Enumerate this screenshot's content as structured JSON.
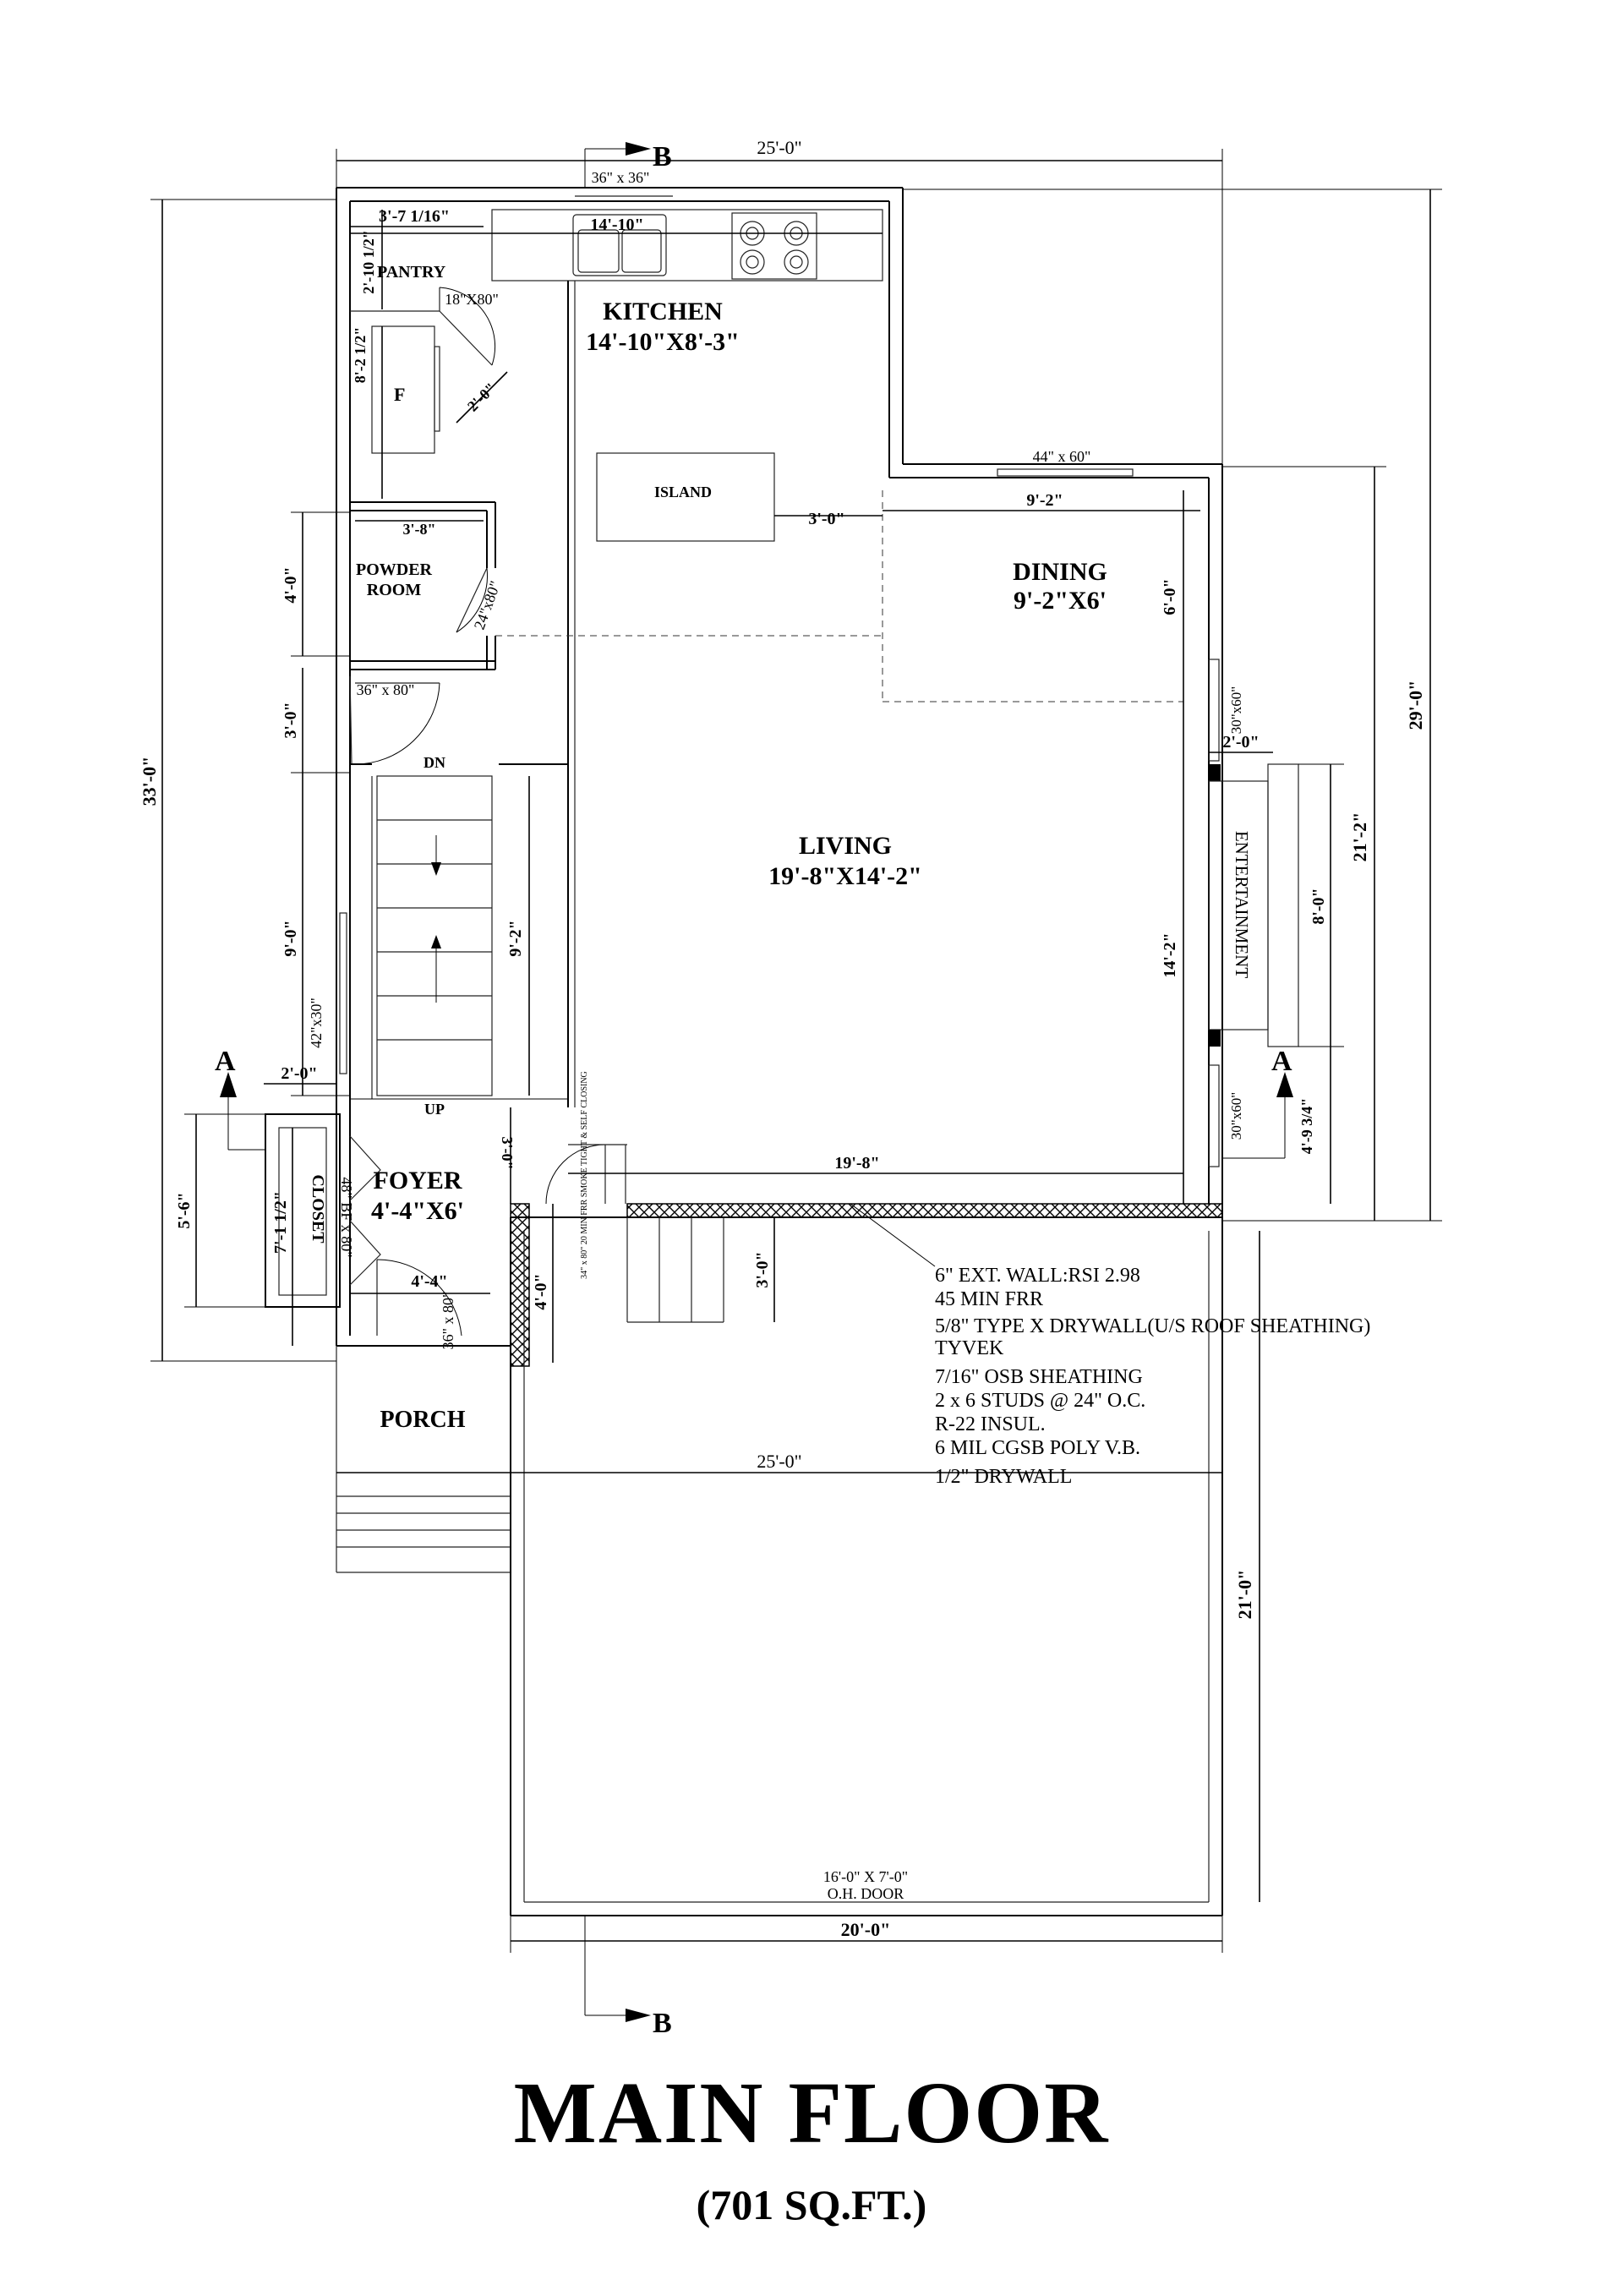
{
  "title": "MAIN FLOOR",
  "area_note": "(701 SQ.FT.)",
  "section_markers": {
    "b": "B",
    "a": "A"
  },
  "rooms": {
    "kitchen_name": "KITCHEN",
    "kitchen_size": "14'-10\"X8'-3\"",
    "island": "ISLAND",
    "dining_name": "DINING",
    "dining_size": "9'-2\"X6'",
    "living_name": "LIVING",
    "living_size": "19'-8\"X14'-2\"",
    "pantry": "PANTRY",
    "fridge": "F",
    "powder_line1": "POWDER",
    "powder_line2": "ROOM",
    "foyer_name": "FOYER",
    "foyer_size": "4'-4\"X6'",
    "closet": "CLOSET",
    "porch": "PORCH",
    "entertainment": "ENTERTAINMENT",
    "stair_down": "DN",
    "stair_up": "UP"
  },
  "openings": {
    "sink": "36\" x 36\"",
    "kitchen_window_top": "44\" x 60\"",
    "pantry_door": "18\"X80\"",
    "powder_door": "24\"x80\"",
    "stair_door": "36\" x 80\"",
    "stair_window": "42\"x30\"",
    "closet_door": "48\" BF x 80\"",
    "front_door": "36\" x 80\"",
    "living_window_upper": "30\"x60\"",
    "living_window_lower": "30\"x60\"",
    "garage_fire_door": "34\" x 80\" 20 MIN FRR SMOKE TIGHT & SELF CLOSING",
    "garage_door_size": "16'-0\" X 7'-0\"",
    "garage_door_label": "O.H. DOOR"
  },
  "dimensions": {
    "overall_top": "25'-0\"",
    "overall_mid": "25'-0\"",
    "garage_width": "20'-0\"",
    "left_overall": "33'-0\"",
    "right_overall": "29'-0\"",
    "right_living": "21'-2\"",
    "garage_depth": "21'-0\"",
    "pantry_width": "3'-7 1/16\"",
    "kitchen_run": "14'-10\"",
    "pantry_depth": "2'-10 1/2\"",
    "fridge_depth": "8'-2 1/2\"",
    "clearance": "2'-0\"",
    "powder_width": "3'-8\"",
    "powder_depth": "4'-0\"",
    "island_gap": "3'-0\"",
    "dining_width": "9'-2\"",
    "dining_depth": "6'-0\"",
    "stair_landing": "3'-0\"",
    "stair_run": "9'-0\"",
    "stair_length": "9'-2\"",
    "living_depth": "14'-2\"",
    "living_width": "19'-8\"",
    "entertainment_offset": "2'-0\"",
    "entertainment_width": "8'-0\"",
    "window_offset": "4'-9 3/4\"",
    "foyer_stair_gap": "3'-0\"",
    "closet_offset": "2'-0\"",
    "closet_length": "7'-1 1/2\"",
    "closet_outer": "5'-6\"",
    "foyer_width": "4'-4\"",
    "foyer_door_depth": "4'-0\"",
    "garage_step": "3'-0\""
  },
  "wall_notes": [
    "6\" EXT. WALL:RSI 2.98",
    "45 MIN FRR",
    "5/8\" TYPE X DRYWALL(U/S ROOF SHEATHING)",
    "TYVEK",
    "7/16\" OSB SHEATHING",
    "2 x 6 STUDS @ 24\" O.C.",
    "R-22 INSUL.",
    "6 MIL CGSB POLY V.B.",
    "1/2\" DRYWALL"
  ]
}
